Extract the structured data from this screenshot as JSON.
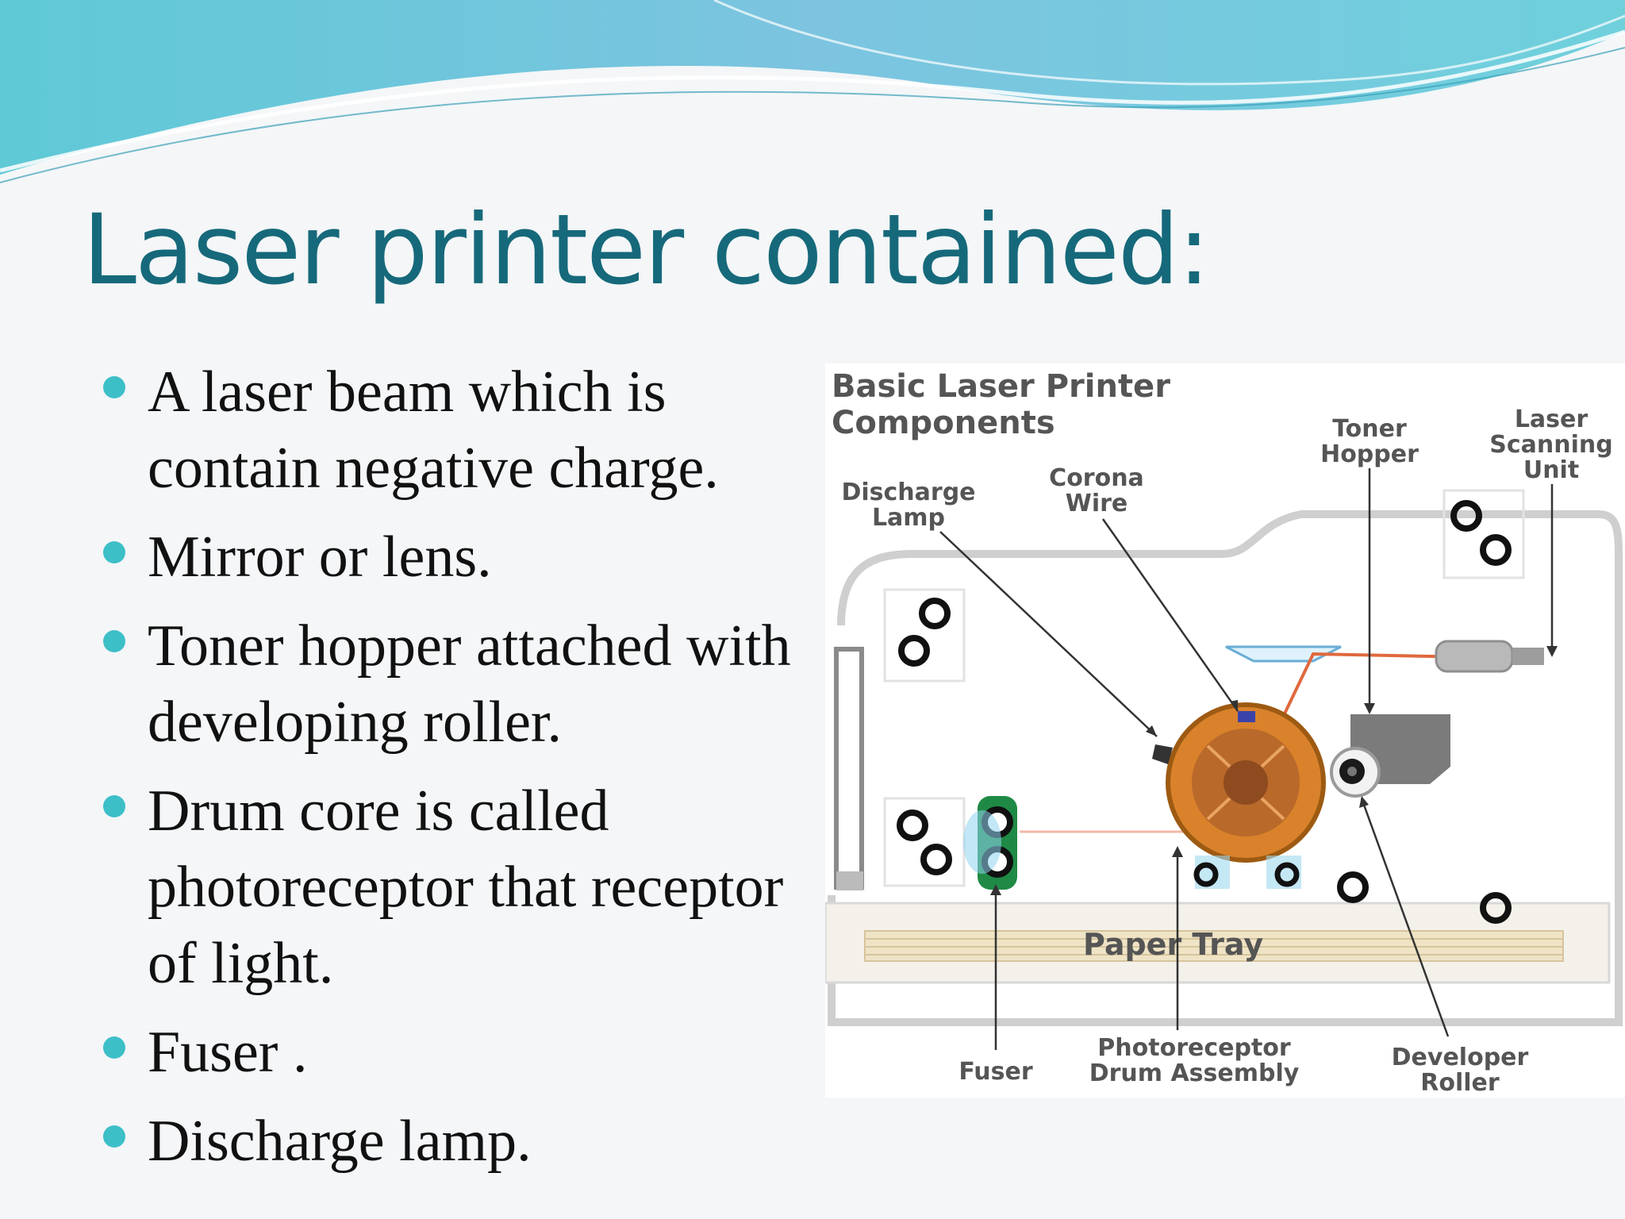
{
  "title": "Laser printer contained:",
  "bullets": [
    "A laser beam which is contain negative charge.",
    "Mirror or lens.",
    "Toner hopper attached with developing roller.",
    "Drum core is called photoreceptor that receptor of light.",
    "Fuser .",
    "Discharge lamp."
  ],
  "diagram": {
    "title_line1": "Basic Laser Printer",
    "title_line2": "Components",
    "labels": {
      "toner_hopper": [
        "Toner",
        "Hopper"
      ],
      "laser_scanning_unit": [
        "Laser",
        "Scanning",
        "Unit"
      ],
      "discharge_lamp": [
        "Discharge",
        "Lamp"
      ],
      "corona_wire": [
        "Corona",
        "Wire"
      ],
      "paper_tray": "Paper Tray",
      "fuser": "Fuser",
      "photoreceptor": [
        "Photoreceptor",
        "Drum Assembly"
      ],
      "developer_roller": [
        "Developer",
        "Roller"
      ]
    }
  },
  "colors": {
    "title": "#16697a",
    "bullet_dot": "#3dbfc8",
    "drum": "#d9822b",
    "laser_beam": "#e0693e"
  }
}
